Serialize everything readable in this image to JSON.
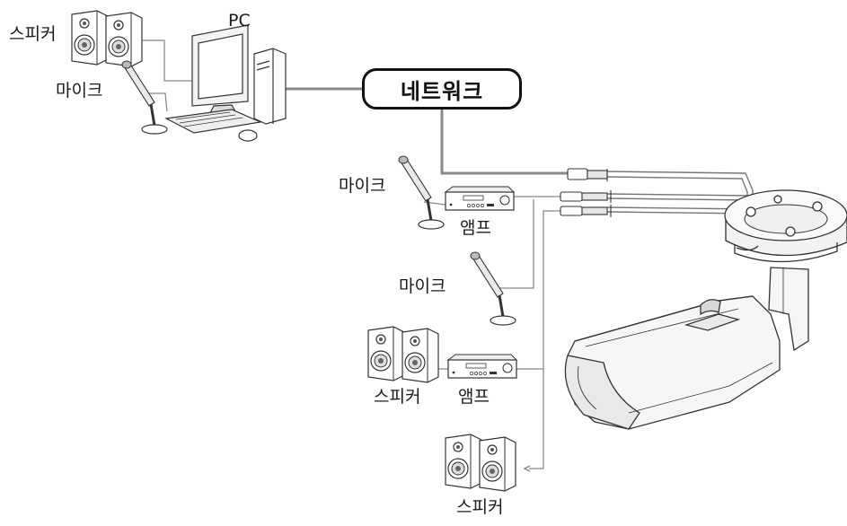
{
  "labels": {
    "pc": "PC",
    "network": "네트워크",
    "speaker": "스피커",
    "mic": "마이크",
    "amp": "앰프"
  },
  "colors": {
    "line": "#8a8a8a",
    "outline": "#333333",
    "housing": "#f4f4f4"
  }
}
